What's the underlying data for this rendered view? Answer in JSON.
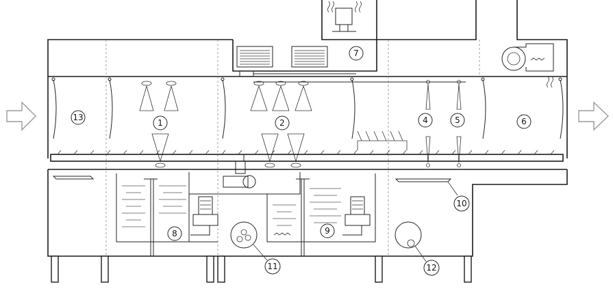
{
  "diagram": {
    "type": "dishwasher-conveyor-schematic",
    "arrows": {
      "inlet": "right-arrow",
      "outlet": "right-arrow"
    },
    "callouts": [
      {
        "id": "1",
        "label": "1"
      },
      {
        "id": "2",
        "label": "2"
      },
      {
        "id": "4",
        "label": "4"
      },
      {
        "id": "5",
        "label": "5"
      },
      {
        "id": "6",
        "label": "6"
      },
      {
        "id": "7",
        "label": "7"
      },
      {
        "id": "8",
        "label": "8"
      },
      {
        "id": "9",
        "label": "9"
      },
      {
        "id": "10",
        "label": "10"
      },
      {
        "id": "11",
        "label": "11"
      },
      {
        "id": "12",
        "label": "12"
      },
      {
        "id": "13",
        "label": "13"
      }
    ],
    "colors": {
      "line": "#1a1a1a",
      "background": "#ffffff",
      "arrow_outline": "#999999"
    }
  }
}
